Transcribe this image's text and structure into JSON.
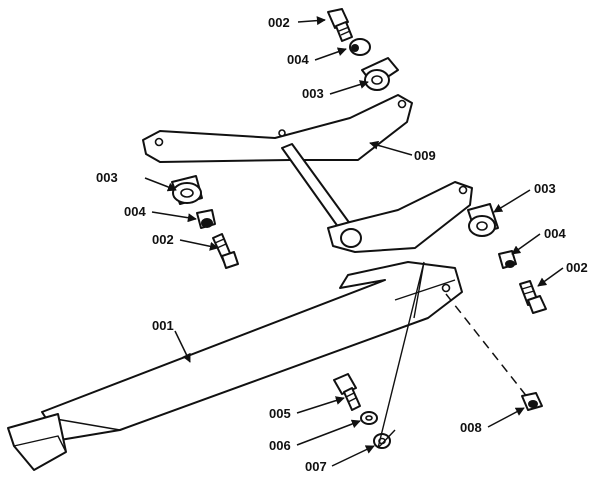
{
  "callouts": {
    "c002a": "002",
    "c004a": "004",
    "c003a": "003",
    "c009": "009",
    "c003b": "003",
    "c004b": "004",
    "c002b": "002",
    "c003c": "003",
    "c004c": "004",
    "c002c": "002",
    "c001": "001",
    "c005": "005",
    "c006": "006",
    "c007": "007",
    "c008": "008"
  }
}
